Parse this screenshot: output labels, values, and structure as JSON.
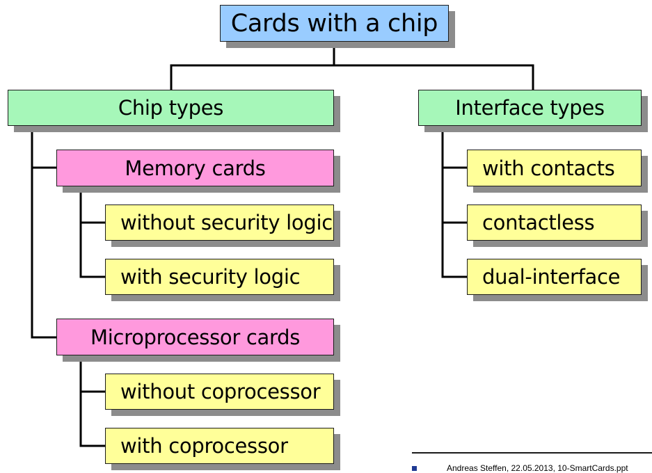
{
  "diagram": {
    "root": {
      "label": "Cards with a chip"
    },
    "chip_types": {
      "label": "Chip types",
      "memory_cards": {
        "label": "Memory cards",
        "items": [
          "without security logic",
          "with security logic"
        ]
      },
      "microprocessor_cards": {
        "label": "Microprocessor cards",
        "items": [
          "without coprocessor",
          "with coprocessor"
        ]
      }
    },
    "interface_types": {
      "label": "Interface types",
      "items": [
        "with contacts",
        "contactless",
        "dual-interface"
      ]
    }
  },
  "footer": {
    "text": "Andreas Steffen, 22.05.2013, 10-SmartCards.ppt"
  },
  "colors": {
    "root": "#99ccff",
    "category": "#a6f7b9",
    "subcategory": "#ff99dd",
    "leaf": "#ffff99",
    "shadow": "#8c8c8c"
  }
}
